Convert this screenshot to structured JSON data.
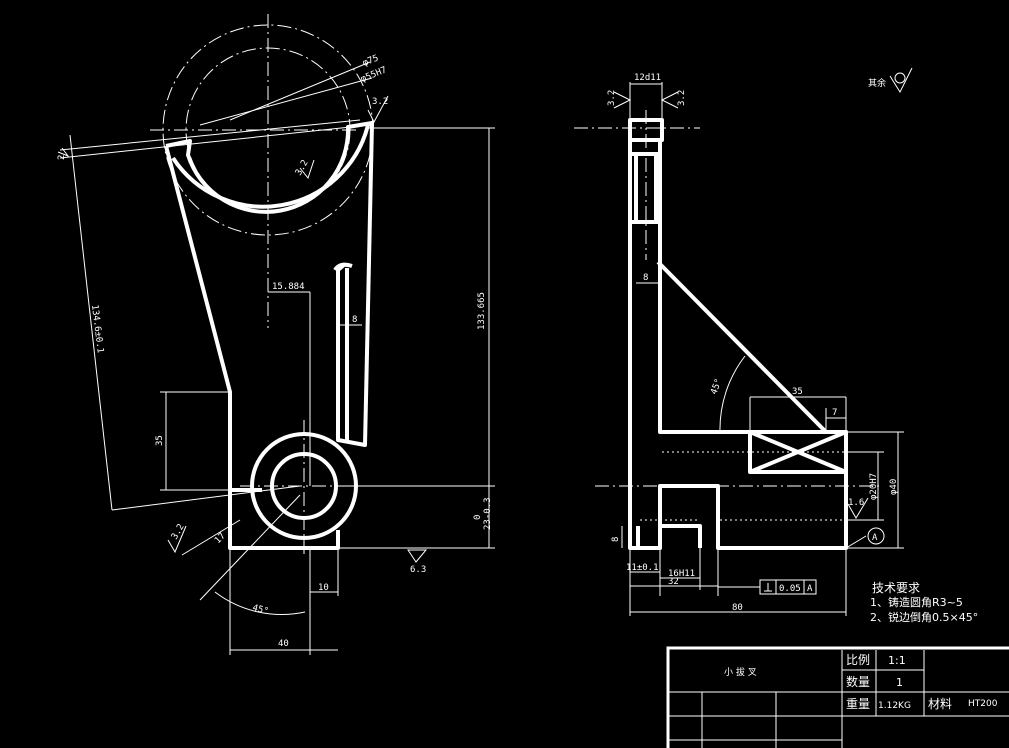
{
  "front_view": {
    "dims": {
      "d75": "φ75",
      "d55": "φ55H7",
      "r32_top": "3.2",
      "r32_inner": "3.2",
      "r2": "2",
      "len_134": "134.6±0.1",
      "off_15884": "15.884",
      "web_8": "8",
      "h133": "133.665",
      "h35": "35",
      "tol0": "0",
      "tol23": "23-0.3",
      "r32_bottom": "3.2",
      "d17": "17",
      "d10": "10",
      "ang45": "45°",
      "w40": "40",
      "r63": "6.3"
    }
  },
  "side_view": {
    "dims": {
      "w12": "12d11",
      "r32_l": "3.2",
      "r32_r": "3.2",
      "w8": "8",
      "ang45": "45°",
      "d35": "35",
      "d7": "7",
      "d20": "φ20H7",
      "d40": "φ40",
      "r16": "1.6",
      "datum": "A",
      "h8": "8",
      "d11": "11±0.1",
      "d16h11": "16H11",
      "d32": "32",
      "d80": "80",
      "gt_value": "0.05",
      "gt_datum": "A"
    }
  },
  "rest_finish": "其余",
  "tech": {
    "title": "技术要求",
    "item1": "1、铸造圆角R3~5",
    "item2": "2、锐边倒角0.5×45°"
  },
  "title_block": {
    "part_name": "小 拔 叉",
    "scale_label": "比例",
    "scale_value": "1:1",
    "qty_label": "数量",
    "qty_value": "1",
    "weight_label": "重量",
    "weight_value": "1.12KG",
    "material_label": "材料",
    "material_value": "HT200"
  }
}
